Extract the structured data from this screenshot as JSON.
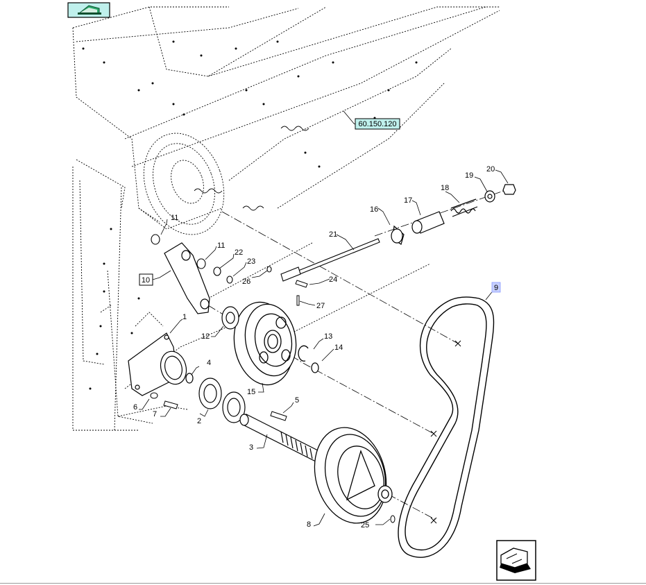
{
  "diagram": {
    "references": {
      "ref_60150120": "60.150.120",
      "ref_10": "10"
    },
    "highlighted_part": "9",
    "part_labels": {
      "p1": "1",
      "p2": "2",
      "p3": "3",
      "p4": "4",
      "p5": "5",
      "p6": "6",
      "p7": "7",
      "p8": "8",
      "p11a": "11",
      "p11b": "11",
      "p12": "12",
      "p13": "13",
      "p14": "14",
      "p15": "15",
      "p16": "16",
      "p17": "17",
      "p18": "18",
      "p19": "19",
      "p20": "20",
      "p21": "21",
      "p22": "22",
      "p23": "23",
      "p24": "24",
      "p25": "25",
      "p26": "26",
      "p27": "27"
    },
    "colors": {
      "reference_box_fill": "#bff0ec",
      "highlight_fill": "#c7d0ff",
      "nav_icon_fill": "#2aa86a",
      "line": "#000000"
    },
    "icons": {
      "top_left": "previous-page-icon",
      "bottom_right": "next-page-icon"
    }
  }
}
